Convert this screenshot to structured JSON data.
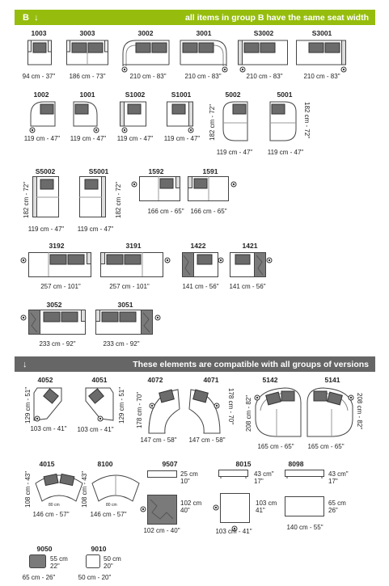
{
  "header_b": {
    "letter": "B",
    "arrow": "↓",
    "note": "all items in group B have the same seat width"
  },
  "header_compat": {
    "arrow": "↓",
    "note": "These elements are compatible with all groups of versions"
  },
  "row1": [
    {
      "code": "1003",
      "dim": "94 cm - 37\""
    },
    {
      "code": "3003",
      "dim": "186 cm - 73\""
    },
    {
      "code": "3002",
      "dim": "210 cm - 83\""
    },
    {
      "code": "3001",
      "dim": "210 cm - 83\""
    },
    {
      "code": "S3002",
      "dim": "210 cm - 83\""
    },
    {
      "code": "S3001",
      "dim": "210 cm - 83\""
    }
  ],
  "row2": [
    {
      "code": "1002",
      "dim": "119 cm - 47\""
    },
    {
      "code": "1001",
      "dim": "119 cm - 47\""
    },
    {
      "code": "S1002",
      "dim": "119 cm - 47\""
    },
    {
      "code": "S1001",
      "dim": "119 cm - 47\""
    },
    {
      "code": "5002",
      "dim": "119 cm - 47\"",
      "vdim": "182 cm - 72\""
    },
    {
      "code": "5001",
      "dim": "119 cm - 47\"",
      "vdim": "182 cm - 72\""
    }
  ],
  "row3": [
    {
      "code": "S5002",
      "dim": "119 cm - 47\"",
      "vdim": "182 cm - 72\""
    },
    {
      "code": "S5001",
      "dim": "119 cm - 47\"",
      "vdim": "182 cm - 72\""
    },
    {
      "code": "1592",
      "dim": "166 cm - 65\""
    },
    {
      "code": "1591",
      "dim": "166 cm - 65\""
    }
  ],
  "row4": [
    {
      "code": "3192",
      "dim": "257 cm - 101\""
    },
    {
      "code": "3191",
      "dim": "257 cm - 101\""
    },
    {
      "code": "1422",
      "dim": "141 cm - 56\""
    },
    {
      "code": "1421",
      "dim": "141 cm - 56\""
    }
  ],
  "row5": [
    {
      "code": "3052",
      "dim": "233 cm - 92\""
    },
    {
      "code": "3051",
      "dim": "233 cm - 92\""
    }
  ],
  "row6": [
    {
      "code": "4052",
      "dim": "103 cm - 41\"",
      "vdim": "129 cm - 51\""
    },
    {
      "code": "4051",
      "dim": "103 cm - 41\"",
      "vdim": "129 cm - 51\""
    },
    {
      "code": "4072",
      "dim": "147 cm - 58\"",
      "vdim": "178 cm - 70\""
    },
    {
      "code": "4071",
      "dim": "147 cm - 58\"",
      "vdim": "178 cm - 70\""
    },
    {
      "code": "5142",
      "dim": "165 cm - 65\"",
      "vdim": "208 cm - 82\""
    },
    {
      "code": "5141",
      "dim": "165 cm - 65\"",
      "vdim": "208 cm - 82\""
    }
  ],
  "row7": [
    {
      "code": "4015",
      "dim": "146 cm - 57\"",
      "vdim": "108 cm - 43\"",
      "inner": "80 cm"
    },
    {
      "code": "8100",
      "dim": "146 cm - 57\"",
      "vdim": "108 cm - 43\"",
      "inner": "80 cm"
    },
    {
      "code": "9507",
      "top_cm": "25 cm",
      "top_in": "10\"",
      "side_cm": "102 cm",
      "side_in": "40\"",
      "dim": "102 cm - 40\""
    },
    {
      "code": "8015",
      "top_cm": "43 cm\"",
      "top_in": "17\"",
      "side_cm": "103 cm",
      "side_in": "41\"",
      "dim": "103 cm - 41\""
    },
    {
      "code": "8098",
      "top_cm": "43 cm\"",
      "top_in": "17\"",
      "side_cm": "65 cm",
      "side_in": "26\"",
      "dim": "140 cm - 55\""
    }
  ],
  "row8": [
    {
      "code": "9050",
      "side_cm": "55 cm",
      "side_in": "22\"",
      "dim": "65 cm - 26\""
    },
    {
      "code": "9010",
      "side_cm": "50 cm",
      "side_in": "20\"",
      "dim": "50 cm - 20\""
    }
  ],
  "colors": {
    "green_band": "#96bd0d",
    "gray_band": "#666666",
    "cushion": "#6b6b6b",
    "frame": "#444444"
  }
}
